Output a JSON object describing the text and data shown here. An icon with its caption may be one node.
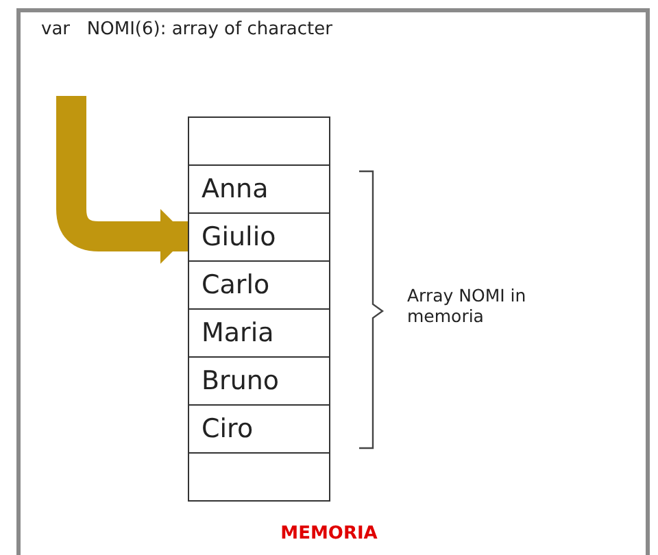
{
  "diagram": {
    "title": "var   NOMI(6): array of character",
    "caption": "MEMORIA",
    "nodes": [
      {
        "text": [],
        "shape": "box"
      },
      {
        "text": [
          "Anna"
        ]
      },
      {
        "text": [
          "Giulio"
        ]
      },
      {
        "text": [
          "Carlo"
        ]
      },
      {
        "text": [
          "Maria"
        ]
      },
      {
        "text": [
          "Bruno"
        ]
      },
      {
        "text": [
          "Ciro"
        ]
      },
      {
        "text": [],
        "shape": "box"
      }
    ],
    "edges": [
      {
        "from": null,
        "to": 2,
        "arrow": "to",
        "color": "#c0960f"
      }
    ],
    "labels": [
      "Array NOMI in memoria"
    ]
  }
}
